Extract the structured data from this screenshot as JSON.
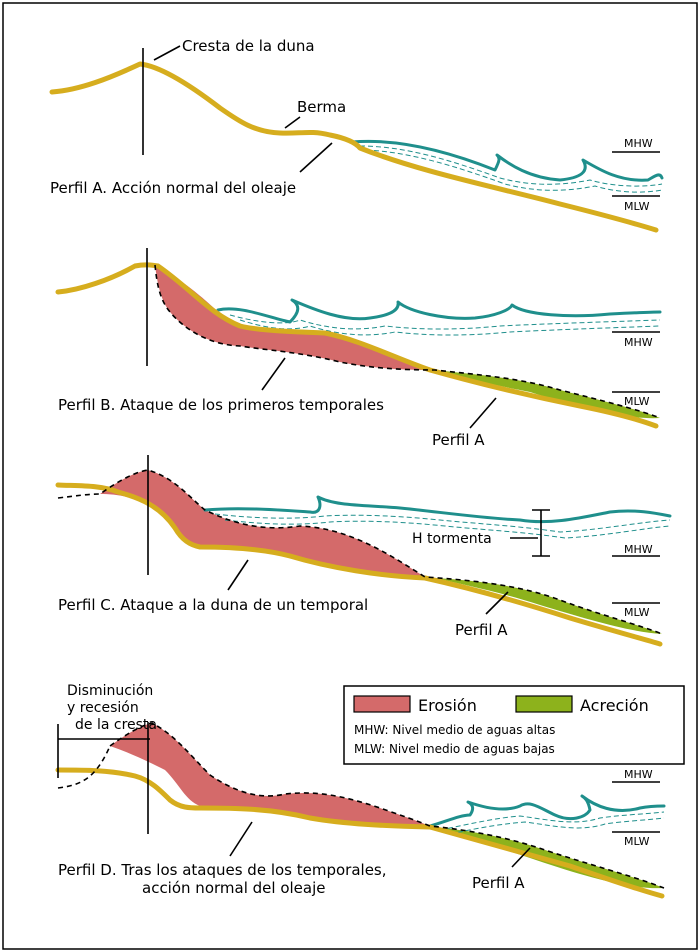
{
  "profile_a": {
    "caption": "Perfil A. Acción normal del oleaje",
    "crest_label": "Cresta de la duna",
    "berm_label": "Berma",
    "mhw": "MHW",
    "mlw": "MLW"
  },
  "profile_b": {
    "caption": "Perfil B. Ataque de los primeros temporales",
    "ref_label": "Perfil A",
    "mhw": "MHW",
    "mlw": "MLW"
  },
  "profile_c": {
    "caption": "Perfil C. Ataque a la duna de un temporal",
    "ref_label": "Perfil A",
    "storm_label": "H tormenta",
    "mhw": "MHW",
    "mlw": "MLW"
  },
  "profile_d": {
    "caption_line1": "Perfil D. Tras los ataques de los temporales,",
    "caption_line2": "acción normal del oleaje",
    "ref_label": "Perfil A",
    "crest_note_line1": "Disminución",
    "crest_note_line2": "y recesión",
    "crest_note_line3": "de la cresta",
    "mhw": "MHW",
    "mlw": "MLW"
  },
  "legend": {
    "erosion": "Erosión",
    "accretion": "Acreción",
    "mhw_def": "MHW: Nivel medio de aguas altas",
    "mlw_def": "MLW: Nivel medio de aguas bajas",
    "erosion_color": "#d46a6a",
    "accretion_color": "#8db21c"
  },
  "colors": {
    "sand": "#d6ad1e",
    "water": "#1f8f8c",
    "frame": "#000000"
  }
}
